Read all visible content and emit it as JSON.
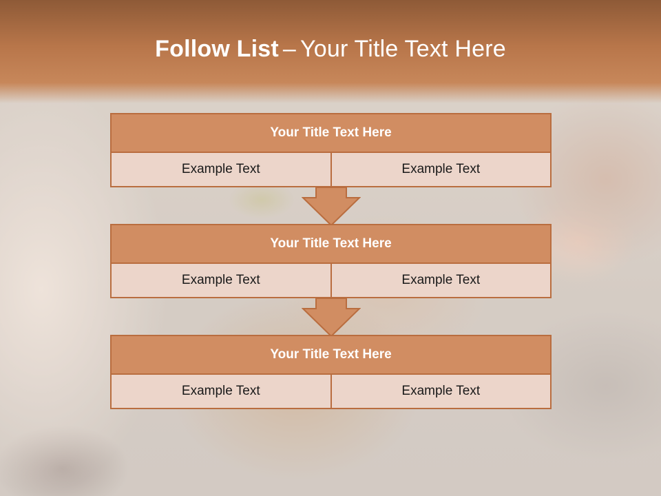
{
  "slide": {
    "title_bold": "Follow List",
    "title_dash": "–",
    "title_rest": "Your Title Text Here"
  },
  "blocks": [
    {
      "title": "Your Title Text Here",
      "left": "Example Text",
      "right": "Example Text"
    },
    {
      "title": "Your Title Text Here",
      "left": "Example Text",
      "right": "Example Text"
    },
    {
      "title": "Your Title Text Here",
      "left": "Example Text",
      "right": "Example Text"
    }
  ],
  "colors": {
    "header": "#b8764a",
    "block_title_fill": "#d18d62",
    "block_border": "#b96d3f",
    "cell_fill": "#ecd5ca"
  }
}
